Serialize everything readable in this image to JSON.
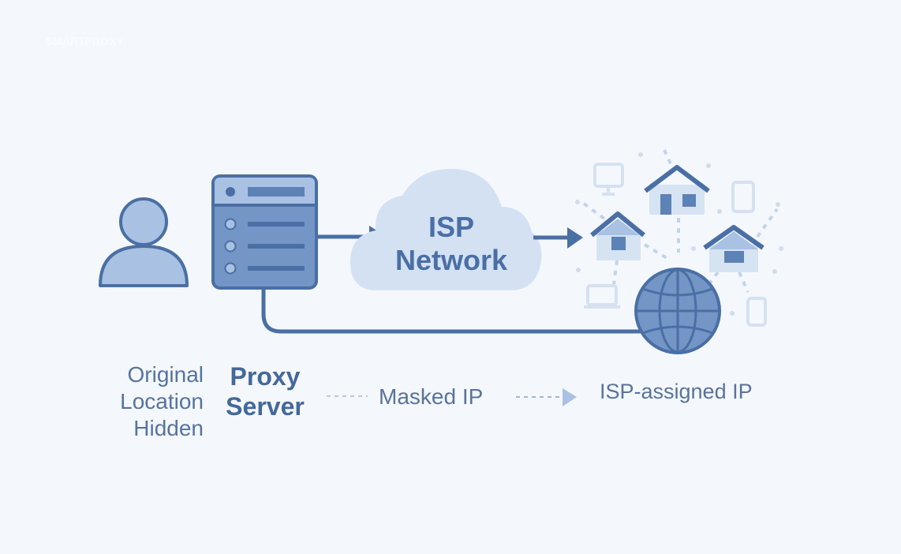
{
  "watermark": "SMARTPROXY",
  "nodes": {
    "user": {
      "label_lines": [
        "Original",
        "Location",
        "Hidden"
      ],
      "icon": "user-icon"
    },
    "proxy": {
      "label_lines": [
        "Proxy",
        "Server"
      ],
      "icon": "server-icon"
    },
    "cloud": {
      "label_lines": [
        "ISP",
        "Network"
      ],
      "icon": "cloud-icon"
    },
    "homes": {
      "icon": "house-icon",
      "count": 3
    },
    "globe": {
      "icon": "globe-icon"
    },
    "devices": [
      "monitor-icon",
      "tablet-icon",
      "laptop-icon",
      "phone-icon"
    ]
  },
  "flow_labels": {
    "masked": "Masked IP",
    "isp_assigned": "ISP-assigned IP"
  },
  "colors": {
    "background": "#f4f8fd",
    "primary": "#4a6fa5",
    "primary_dark": "#3f6398",
    "fill_light": "#a9c1e2",
    "cloud_fill": "#d3e1f3",
    "house_fill": "#d6e3f3",
    "device_fill": "#dfe8f4",
    "dash": "#b9c9de"
  }
}
